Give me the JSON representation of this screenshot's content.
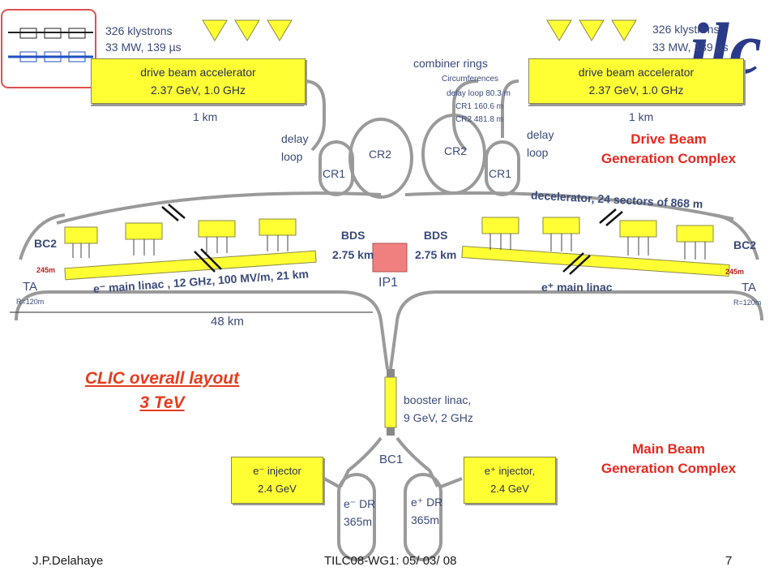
{
  "colors": {
    "accent_red": "#e6281e",
    "beamline": "#9a9a9a",
    "component_yellow": "#ffff33",
    "ip_pink": "#f08080",
    "label_blue": "#3a4a7a"
  },
  "klystrons_left": {
    "line1": "326 klystrons",
    "line2": "33 MW, 139 µs"
  },
  "klystrons_right": {
    "line1": "326 klystrons",
    "line2": "33 MW, 139 µs"
  },
  "drive_left": {
    "line1": "drive beam accelerator",
    "line2": "2.37 GeV, 1.0 GHz",
    "length": "1 km"
  },
  "drive_right": {
    "line1": "drive beam accelerator",
    "line2": "2.37 GeV, 1.0 GHz",
    "length": "1 km"
  },
  "combiner": {
    "title": "combiner rings",
    "sub": "Circumferences",
    "rows": [
      "delay loop 80.3 m",
      "CR1 160.6 m",
      "CR2 481.8 m"
    ]
  },
  "delay_loop_left": {
    "line1": "delay",
    "line2": "loop"
  },
  "delay_loop_right": {
    "line1": "delay",
    "line2": "loop"
  },
  "rings": {
    "cr1_left": "CR1",
    "cr2_left": "CR2",
    "cr1_right": "CR1",
    "cr2_right": "CR2"
  },
  "drive_complex": {
    "line1": "Drive Beam",
    "line2": "Generation Complex"
  },
  "decelerator": "decelerator, 24 sectors of 868 m",
  "bc2_left": "BC2",
  "bc2_right": "BC2",
  "bds_left": {
    "line1": "BDS",
    "line2": "2.75 km"
  },
  "bds_right": {
    "line1": "BDS",
    "line2": "2.75 km"
  },
  "ip": "IP1",
  "ta_left": {
    "label": "TA",
    "r": "R=120m",
    "dist": "245m"
  },
  "ta_right": {
    "label": "TA",
    "r": "R=120m",
    "dist": "245m"
  },
  "main_linac_left": "e⁻ main linac , 12 GHz, 100 MV/m, 21 km",
  "main_linac_right": "e⁺ main linac",
  "total_length": "48 km",
  "title": {
    "line1": "CLIC  overall layout",
    "line2": "3 TeV"
  },
  "booster": {
    "line1": "booster linac,",
    "line2": "9 GeV, 2 GHz"
  },
  "bc1": "BC1",
  "injector_left": {
    "line1": "e⁻ injector",
    "line2": "2.4 GeV"
  },
  "injector_right": {
    "line1": "e⁺ injector,",
    "line2": "2.4 GeV"
  },
  "dr_left": {
    "line1": "e⁻ DR",
    "line2": "365m"
  },
  "dr_right": {
    "line1": "e⁺ DR",
    "line2": "365m"
  },
  "main_complex": {
    "line1": "Main Beam",
    "line2": "Generation Complex"
  },
  "footer": {
    "author": "J.P.Delahaye",
    "event": "TILC08-WG1: 05/ 03/ 08",
    "page": "7"
  }
}
